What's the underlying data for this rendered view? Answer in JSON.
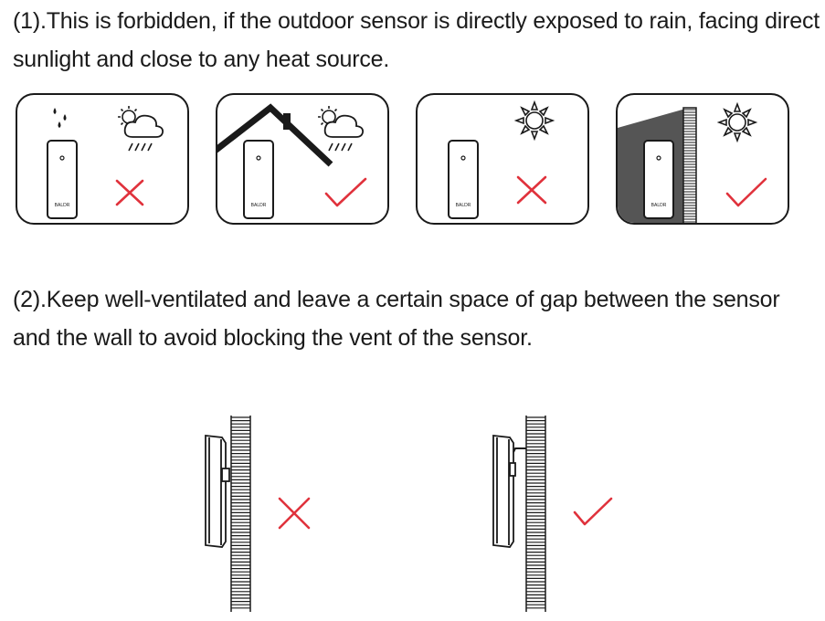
{
  "instructions": {
    "step1": "(1).This is forbidden, if the outdoor sensor is directly exposed to rain, facing direct sunlight and close to any heat source.",
    "step2": "(2).Keep well-ventilated and leave a certain space of gap between the sensor and the wall to avoid blocking the vent of the sensor."
  },
  "sensor_label": "BALDR",
  "colors": {
    "text": "#1a1a1a",
    "mark": "#e0323c",
    "shade": "#555555"
  },
  "scenes": [
    {
      "id": "rain-exposed",
      "status": "forbidden",
      "mark_icon": "cross-icon"
    },
    {
      "id": "under-roof",
      "status": "ok",
      "mark_icon": "check-icon"
    },
    {
      "id": "direct-sun",
      "status": "forbidden",
      "mark_icon": "cross-icon"
    },
    {
      "id": "shaded-by-wall",
      "status": "ok",
      "mark_icon": "check-icon"
    }
  ],
  "mounting": [
    {
      "id": "flush-against-wall",
      "status": "forbidden",
      "mark_icon": "cross-icon"
    },
    {
      "id": "gap-from-wall",
      "status": "ok",
      "mark_icon": "check-icon"
    }
  ]
}
